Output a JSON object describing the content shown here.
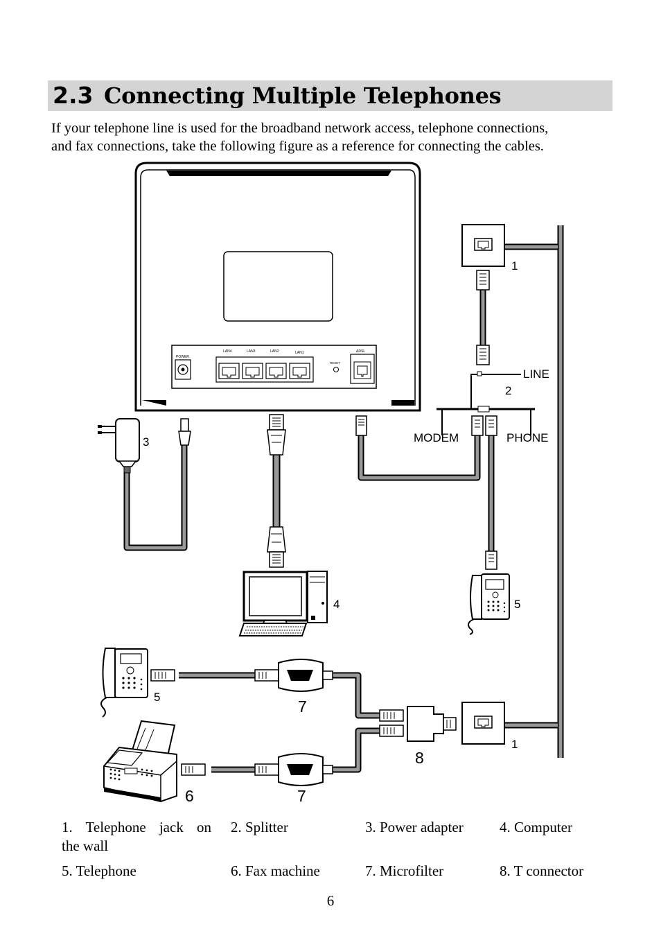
{
  "section": {
    "number": "2.3",
    "title": "Connecting Multiple Telephones"
  },
  "intro": {
    "line1": "If your telephone line is used for the broadband network access, telephone connections,",
    "line2": "and fax connections, take the following figure as a reference for connecting the cables."
  },
  "figure": {
    "router_ports": {
      "power": "POWER",
      "lan4": "LAN4",
      "lan3": "LAN3",
      "lan2": "LAN2",
      "lan1": "LAN1",
      "reset": "RESET",
      "adsl": "ADSL"
    },
    "splitter_labels": {
      "line": "LINE",
      "modem": "MODEM",
      "phone": "PHONE"
    },
    "callouts": {
      "jack_top": "1",
      "splitter": "2",
      "power_adapter": "3",
      "computer": "4",
      "telephone_right": "5",
      "telephone_left": "5",
      "microfilter_top": "7",
      "t_connector": "8",
      "jack_bottom": "1",
      "fax": "6",
      "microfilter_bottom": "7"
    }
  },
  "legend": {
    "item1_line1": "1.  Telephone  jack  on",
    "item1_line2": "the wall",
    "item2": "2. Splitter",
    "item3": "3. Power adapter",
    "item4": "4. Computer",
    "item5": "5. Telephone",
    "item6": "6. Fax machine",
    "item7": "7. Microfilter",
    "item8": "8. T connector"
  },
  "page_number": "6"
}
